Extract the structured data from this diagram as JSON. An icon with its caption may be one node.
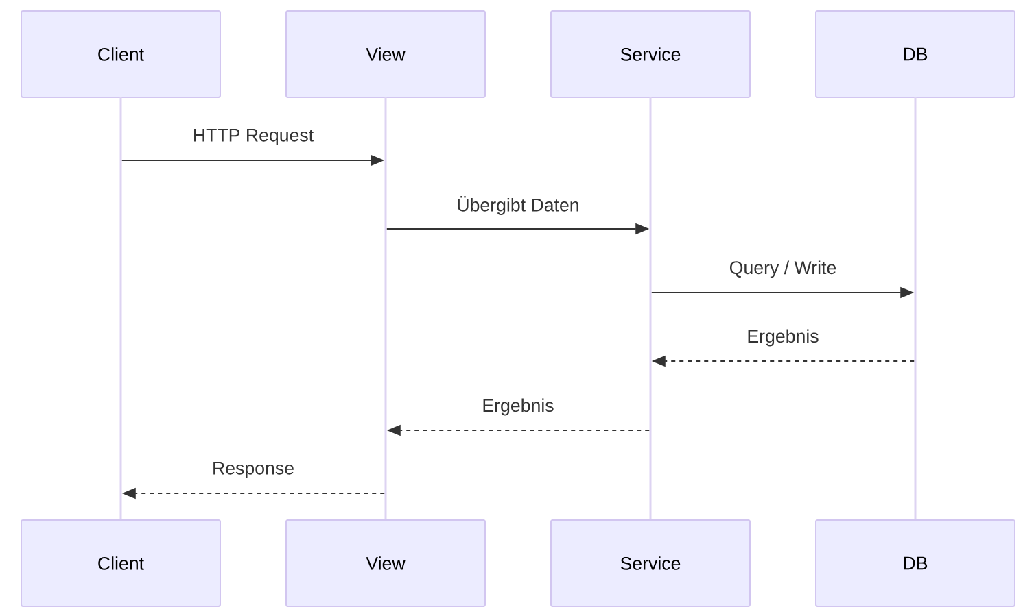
{
  "diagram": {
    "nodes": [
      {
        "text": [
          "Client"
        ]
      },
      {
        "text": [
          "View"
        ]
      },
      {
        "text": [
          "Service"
        ]
      },
      {
        "text": [
          "DB"
        ]
      },
      {
        "text": [],
        "shape": "bar"
      },
      {
        "text": [],
        "shape": "bar"
      },
      {
        "text": [],
        "shape": "bar"
      },
      {
        "text": [],
        "shape": "bar"
      },
      {
        "text": [
          "Client"
        ]
      },
      {
        "text": [
          "View"
        ]
      },
      {
        "text": [
          "Service"
        ]
      },
      {
        "text": [
          "DB"
        ]
      }
    ],
    "edges": [
      {
        "from": 4,
        "to": 5,
        "arrow": "to",
        "label": "HTTP Request"
      },
      {
        "from": 5,
        "to": 6,
        "arrow": "to",
        "label": "Übergibt Daten"
      },
      {
        "from": 6,
        "to": 7,
        "arrow": "to",
        "label": "Query / Write"
      },
      {
        "from": 7,
        "to": 6,
        "arrow": "to",
        "label": "Ergebnis",
        "style": "dashed"
      },
      {
        "from": 6,
        "to": 5,
        "arrow": "to",
        "label": "Ergebnis",
        "style": "dashed"
      },
      {
        "from": 5,
        "to": 4,
        "arrow": "to",
        "label": "Response",
        "style": "dashed"
      }
    ]
  }
}
